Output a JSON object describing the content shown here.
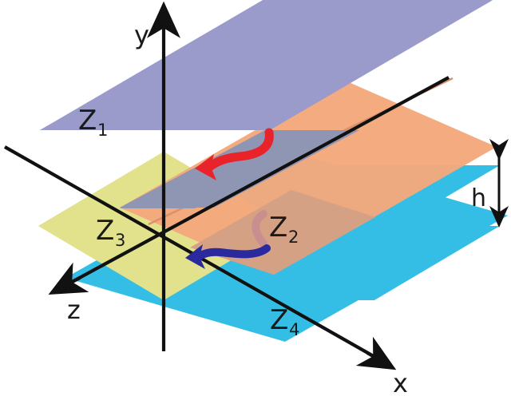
{
  "figure": {
    "type": "3d-plane-diagram",
    "title_visible": false,
    "background": "#ffffff"
  },
  "axes": {
    "y": {
      "label": "y",
      "direction": "up",
      "arrow": "single"
    },
    "x": {
      "label": "x",
      "direction": "down-right",
      "arrow": "single"
    },
    "z": {
      "label": "z",
      "direction": "down-left",
      "arrow": "single"
    }
  },
  "planes": [
    {
      "id": "Z1",
      "label": "Z",
      "subscript": "1",
      "color": "#9a9acb",
      "role": "top-layer"
    },
    {
      "id": "Z2",
      "label": "Z",
      "subscript": "2",
      "color": "#f4a87c",
      "role": "upper-middle-layer"
    },
    {
      "id": "Z3",
      "label": "Z",
      "subscript": "3",
      "color": "#e2e28d",
      "role": "lower-middle-layer"
    },
    {
      "id": "Z4",
      "label": "Z",
      "subscript": "4",
      "color": "#35bee5",
      "role": "bottom-layer"
    }
  ],
  "annotations": {
    "height_marker": {
      "label": "h",
      "color": "#000000",
      "arrow": "double-headed-vertical"
    },
    "arrows": [
      {
        "name": "red-flow-arrow",
        "color": "#e8232a",
        "direction": "leftward-s-curve",
        "layer": "between Z1 and Z2"
      },
      {
        "name": "blue-flow-arrow",
        "color": "#2a2a9e",
        "direction": "leftward-s-curve",
        "layer": "between Z3 and Z4"
      }
    ]
  },
  "colors": {
    "plane_z1": "#9a9acb",
    "plane_z2": "#f4a87c",
    "plane_z3": "#e2e28d",
    "plane_z4": "#35bee5",
    "overlap_z1_z2": "#8f96b3",
    "overlap_z2_z4": "#d5a185",
    "axis": "#111111",
    "red_arrow": "#e8232a",
    "blue_arrow": "#2a2a9e",
    "hidden_arrow_tail": "#c98f8f"
  }
}
